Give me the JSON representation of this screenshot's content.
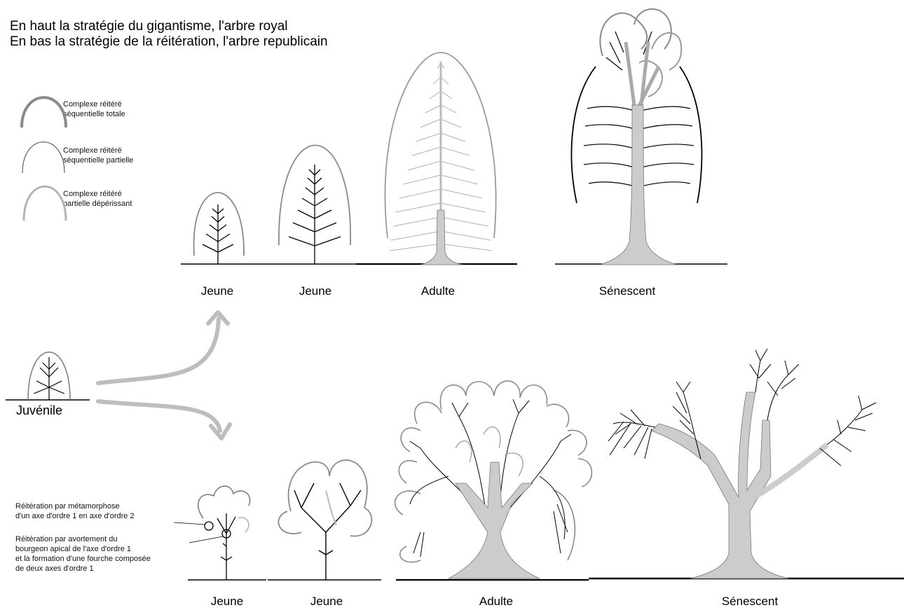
{
  "header": {
    "line1": "En haut la stratégie du gigantisme, l'arbre royal",
    "line2": "En bas la stratégie de la réitération,  l'arbre republicain"
  },
  "legend": [
    {
      "label1": "Complexe réitéré",
      "label2": "séquentielle totale",
      "color": "#8a8a8a"
    },
    {
      "label1": "Complexe réitéré",
      "label2": "séquentielle partielle",
      "color": "#555555"
    },
    {
      "label1": "Complexe réitéré",
      "label2": "partielle dépérissant",
      "color": "#b4b4b4"
    }
  ],
  "stages": {
    "juvenile": "Juvénile",
    "top": [
      "Jeune",
      "Jeune",
      "Adulte",
      "Sénescent"
    ],
    "bottom": [
      "Jeune",
      "Jeune",
      "Adulte",
      "Sénescent"
    ]
  },
  "notes": {
    "metamorphose": [
      "Réitération par métamorphose",
      "d'un axe d'ordre 1 en axe d'ordre 2"
    ],
    "avortement": [
      "Réitération par avortement du",
      "bourgeon apical de l'axe d'ordre 1",
      "et la formation d'une fourche composée",
      "de deux axes d'ordre 1"
    ]
  },
  "colors": {
    "trunk_fill": "#cccccc",
    "outline_grey": "#8a8a8a",
    "light_grey": "#b4b4b4",
    "arrow": "#bdbdbd"
  }
}
